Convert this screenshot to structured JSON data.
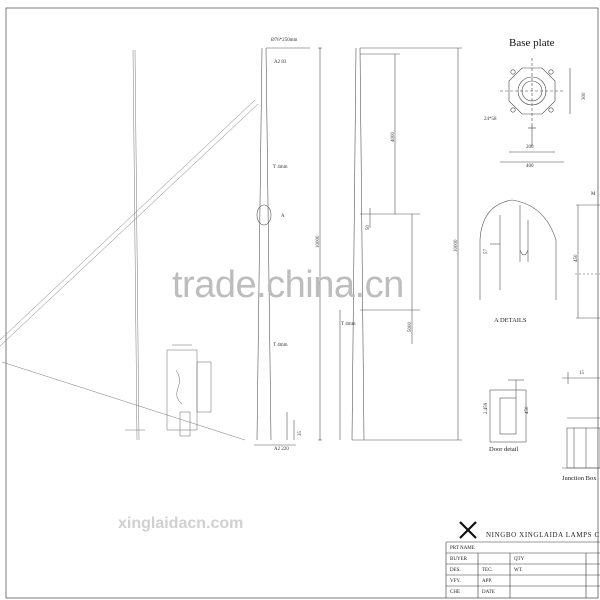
{
  "watermark": {
    "main": "trade.china.cn",
    "site": "xinglaidacn.com"
  },
  "views": {
    "base_plate_title": "Base plate",
    "a_details": "A  DETAILS",
    "door_detail": "Door detail",
    "junction_box": "Junction Box"
  },
  "dimensions": {
    "top_dia": "Ø76*250mm",
    "a2_top": "A2  83",
    "a2_bottom": "A2  220",
    "t_upper": "T 4mm",
    "t_mid": "T 4mm",
    "t_lower": "T 4mm",
    "a_mark": "A",
    "overall_left": "10000",
    "overall_right": "10000",
    "upper_len": "4000",
    "upper_mid": "50",
    "lower_len": "5000",
    "base_h": "35",
    "base_300": "300",
    "base_200": "200",
    "base_400": "400",
    "bolt": "24*58",
    "door_h": "450",
    "door_w": "2.459",
    "junc_w": "15",
    "a_57": "57",
    "a_450": "450",
    "m_label": "M"
  },
  "title_block": {
    "company": "NINGBO XINGLAIDA LAMPS CO",
    "logo_text": "X",
    "rows": [
      {
        "a": "PRT NAME",
        "b": "",
        "c": ""
      },
      {
        "a": "BUYER",
        "b": "",
        "c": "QTY"
      },
      {
        "a": "DES.",
        "b": "TEC.",
        "c": "WT."
      },
      {
        "a": "VFY.",
        "b": "APP.",
        "c": ""
      },
      {
        "a": "CHE",
        "b": "DATE",
        "c": ""
      }
    ]
  }
}
